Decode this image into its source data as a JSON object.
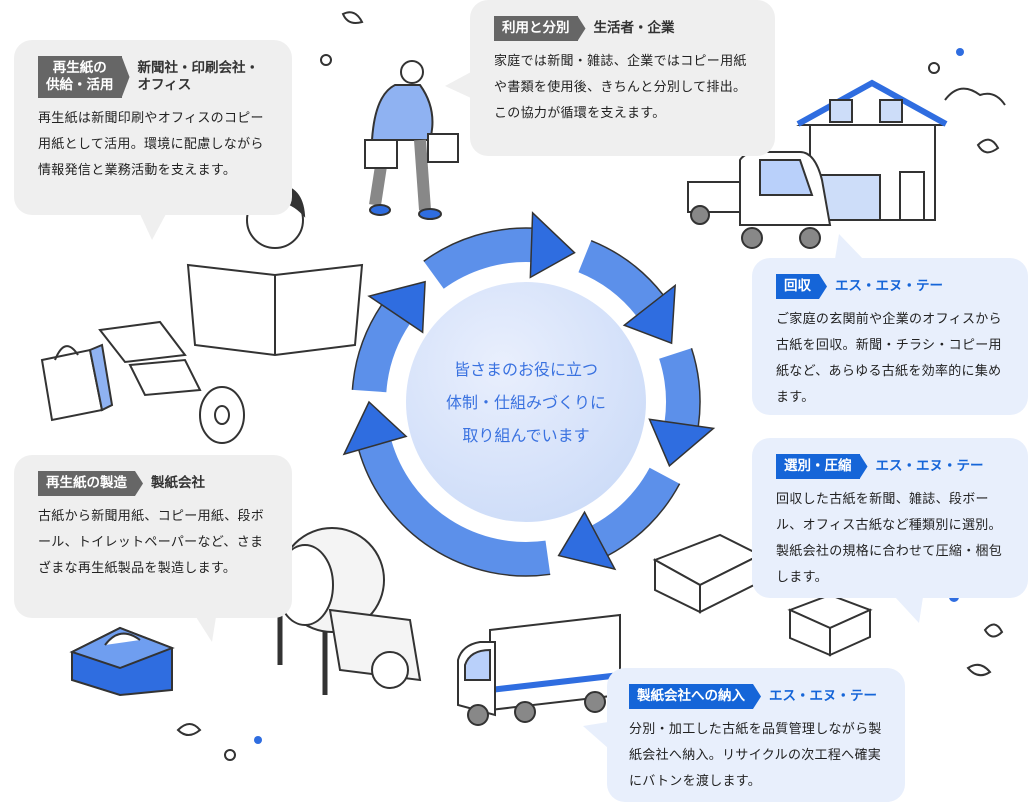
{
  "center": {
    "lines": [
      "皆さまのお役に立つ",
      "体制・仕組みづくりに",
      "取り組んでいます"
    ]
  },
  "steps": [
    {
      "label": "再生紙の供給・活用",
      "label_lines": [
        "再生紙の",
        "供給・活用"
      ],
      "who_lines": [
        "新聞社・印刷会社・",
        "オフィス"
      ],
      "text": "再生紙は新聞印刷やオフィスのコピー用紙として活用。環境に配慮しながら情報発信と業務活動を支えます。",
      "theme": "gray"
    },
    {
      "label": "利用と分別",
      "who": "生活者・企業",
      "text": "家庭では新聞・雑誌、企業ではコピー用紙や書類を使用後、きちんと分別して排出。この協力が循環を支えます。",
      "theme": "gray"
    },
    {
      "label": "回収",
      "who": "エス・エヌ・テー",
      "text": "ご家庭の玄関前や企業のオフィスから古紙を回収。新聞・チラシ・コピー用紙など、あらゆる古紙を効率的に集めます。",
      "theme": "blue"
    },
    {
      "label": "選別・圧縮",
      "who": "エス・エヌ・テー",
      "text": "回収した古紙を新聞、雑誌、段ボール、オフィス古紙など種類別に選別。製紙会社の規格に合わせて圧縮・梱包します。",
      "theme": "blue"
    },
    {
      "label": "製紙会社への納入",
      "who": "エス・エヌ・テー",
      "text": "分別・加工した古紙を品質管理しながら製紙会社へ納入。リサイクルの次工程へ確実にバトンを渡します。",
      "theme": "blue"
    },
    {
      "label": "再生紙の製造",
      "who": "製紙会社",
      "text": "古紙から新聞用紙、コピー用紙、段ボール、トイレットペーパーなど、さまざまな再生紙製品を製造します。",
      "theme": "gray"
    }
  ],
  "colors": {
    "accent_blue": "#1565d8",
    "gray_label": "#666666",
    "gray_card": "#efefef",
    "blue_card": "#e8effc",
    "ring": "#3f7de6"
  }
}
